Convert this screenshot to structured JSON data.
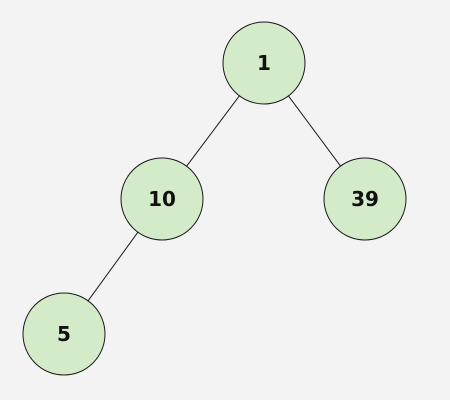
{
  "tree": {
    "nodes": [
      {
        "id": "n1",
        "label": "1"
      },
      {
        "id": "n10",
        "label": "10"
      },
      {
        "id": "n39",
        "label": "39"
      },
      {
        "id": "n5",
        "label": "5"
      }
    ],
    "edges": [
      {
        "from": "n1",
        "to": "n10"
      },
      {
        "from": "n1",
        "to": "n39"
      },
      {
        "from": "n10",
        "to": "n5"
      }
    ]
  },
  "colors": {
    "background": "#f3f3f3",
    "node_fill": "#d4ebc9",
    "node_stroke": "#1a1a1a",
    "edge": "#1a1a1a",
    "label": "#111111"
  }
}
